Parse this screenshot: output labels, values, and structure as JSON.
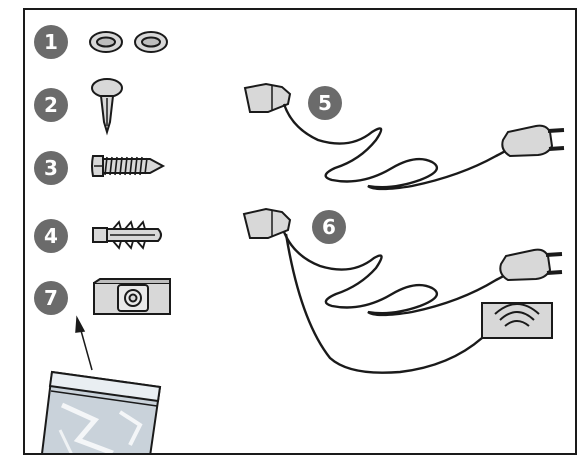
{
  "diagram": {
    "parts": [
      {
        "number": "1",
        "icon": "washers-icon"
      },
      {
        "number": "2",
        "icon": "push-rivet-icon"
      },
      {
        "number": "3",
        "icon": "screw-icon"
      },
      {
        "number": "4",
        "icon": "wall-plug-icon"
      },
      {
        "number": "7",
        "icon": "bracket-icon"
      },
      {
        "number": "5",
        "icon": "power-cord-icon"
      },
      {
        "number": "6",
        "icon": "power-cord-with-adapter-icon"
      }
    ],
    "extra": {
      "icon": "plastic-bag-icon"
    },
    "colors": {
      "badge": "#6b6b6b",
      "metal": "#d8d8d8",
      "outline": "#1a1a1a",
      "bag": "#c9d2da"
    }
  }
}
